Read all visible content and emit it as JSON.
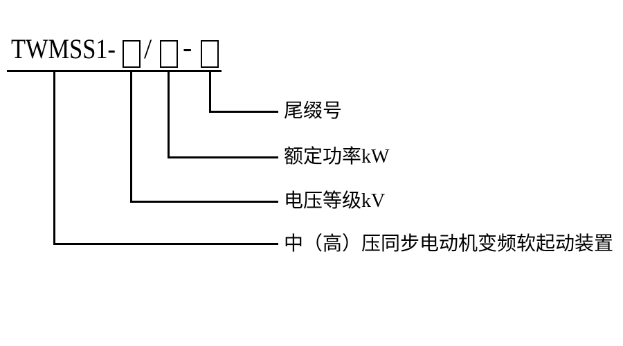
{
  "model": {
    "prefix": "TWMSS1-",
    "separator_slash": "/",
    "separator_dash": "-"
  },
  "labels": {
    "suffix": "尾缀号",
    "rated_power": "额定功率kW",
    "voltage_level": "电压等级kV",
    "description": "中（高）压同步电动机变频软起动装置"
  }
}
